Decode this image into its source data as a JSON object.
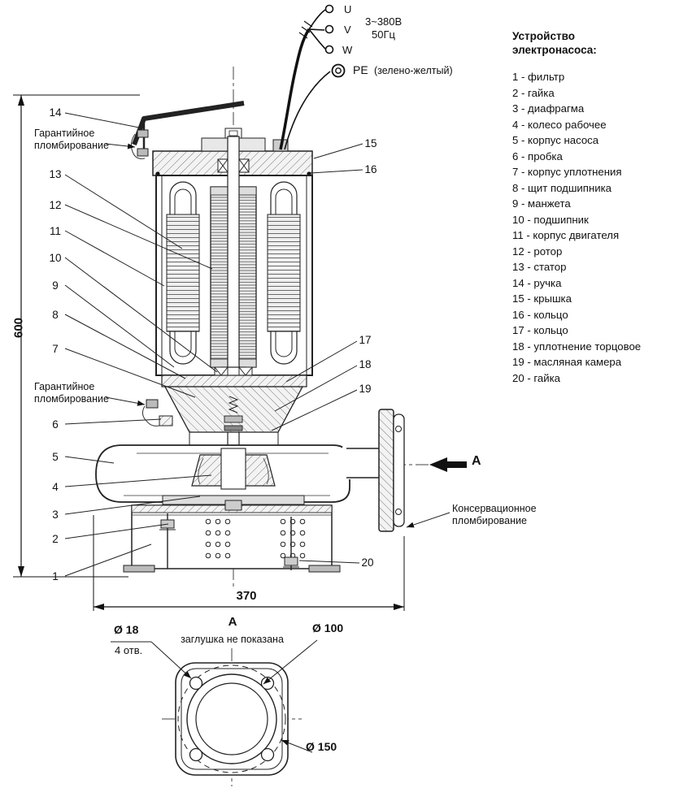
{
  "colors": {
    "line": "#1a1a1a",
    "background": "#ffffff"
  },
  "electrical": {
    "terminals": [
      "U",
      "V",
      "W"
    ],
    "voltage": "3~380В",
    "frequency": "50Гц",
    "pe": "PE",
    "pe_note": "(зелено-желтый)"
  },
  "parts_list": {
    "title": [
      "Устройство",
      "электронасоса:"
    ],
    "items": [
      "1 - фильтр",
      "2 - гайка",
      "3 - диафрагма",
      "4 - колесо рабочее",
      "5 - корпус насоса",
      "6 - пробка",
      "7 - корпус уплотнения",
      "8 - щит подшипника",
      "9 - манжета",
      "10 - подшипник",
      "11 - корпус двигателя",
      "12 - ротор",
      "13 - статор",
      "14 - ручка",
      "15 - крышка",
      "16 - кольцо",
      "17 - кольцо",
      "18 - уплотнение торцовое",
      "19 - масляная камера",
      "20 - гайка"
    ]
  },
  "callouts": {
    "left": [
      "14",
      "13",
      "12",
      "11",
      "10",
      "9",
      "8",
      "7",
      "6",
      "5",
      "4",
      "3",
      "2",
      "1"
    ],
    "right": [
      "15",
      "16",
      "17",
      "18",
      "19",
      "20"
    ]
  },
  "annotations": {
    "warranty_seal": [
      "Гарантийное",
      "пломбирование"
    ],
    "conservation_seal": [
      "Консервационное",
      "пломбирование"
    ],
    "view_label": "А"
  },
  "dimensions": {
    "overall_height": "600",
    "overall_width": "370",
    "hole_diameter": "Ø 18",
    "hole_count": "4 отв.",
    "inner_diameter": "Ø 100",
    "outer_diameter": "Ø 150"
  },
  "bottom_view": {
    "view_label": "А",
    "note": "заглушка не показана"
  }
}
